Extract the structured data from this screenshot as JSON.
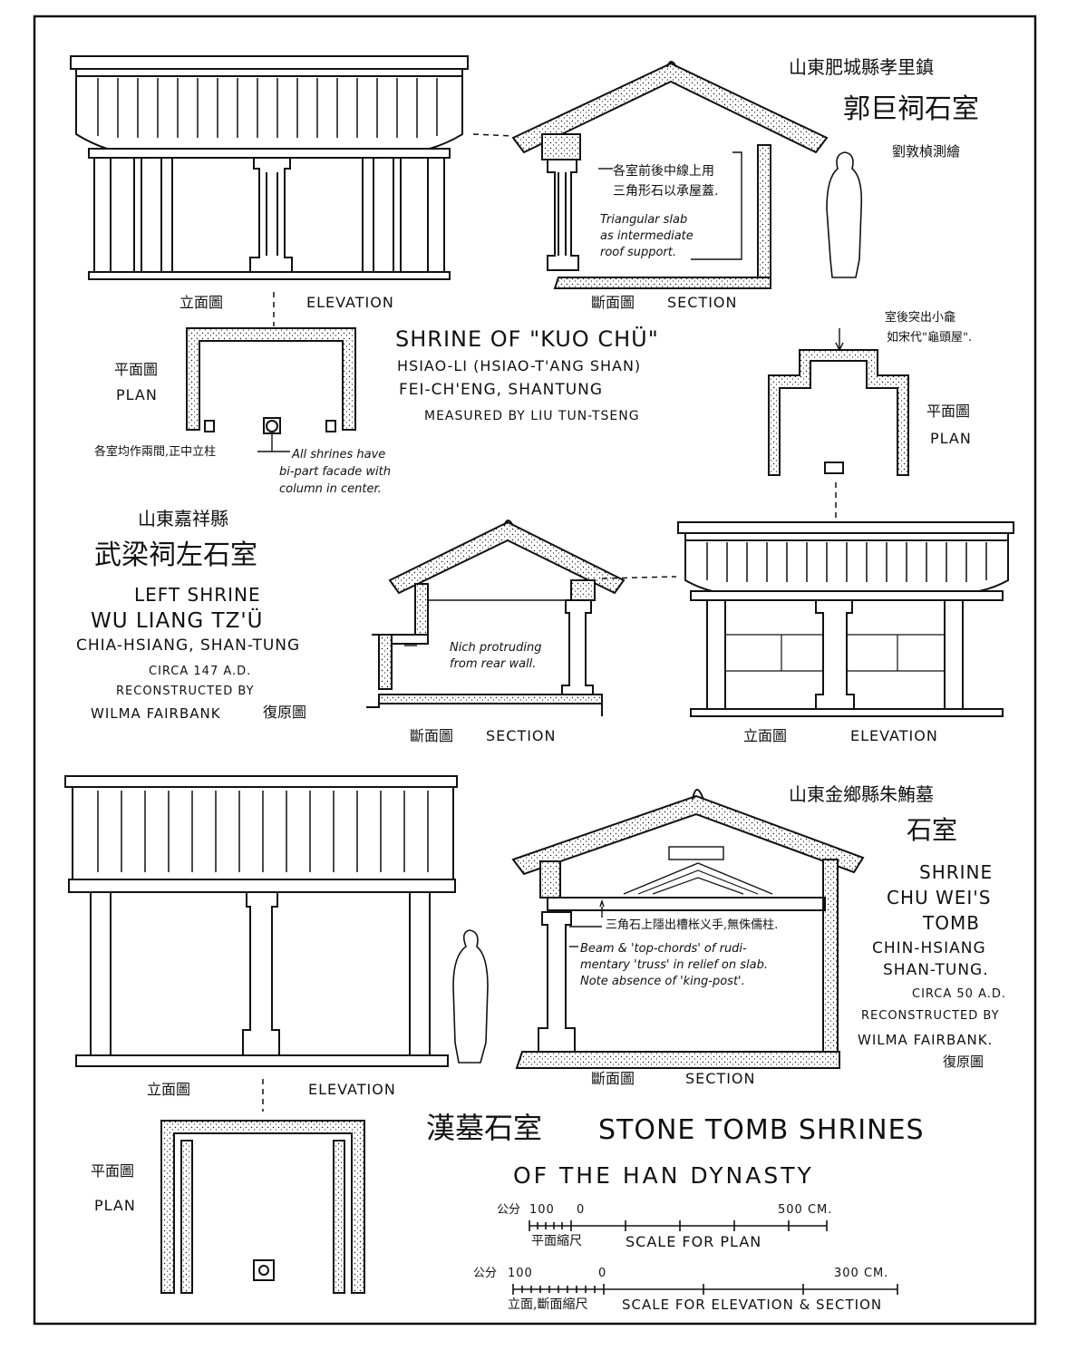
{
  "kuo_chu": {
    "location_cn": "山東肥城縣孝里鎮",
    "title_cn": "郭巨祠石室",
    "surveyor_cn": "劉敦楨測繪",
    "title": "SHRINE OF \"KUO CHÜ\"",
    "place1": "HSIAO-LI (HSIAO-T'ANG SHAN)",
    "place2": "FEI-CH'ENG, SHANTUNG",
    "measured": "MEASURED BY LIU TUN-TSENG",
    "elevation_cn": "立面圖",
    "elevation": "ELEVATION",
    "section_cn": "斷面圖",
    "section": "SECTION",
    "plan_cn": "平面圖",
    "plan": "PLAN",
    "slab_note_cn_1": "各室前後中線上用",
    "slab_note_cn_2": "三角形石以承屋蓋.",
    "slab_note_1": "Triangular slab",
    "slab_note_2": "as intermediate",
    "slab_note_3": "roof support.",
    "facade_note_cn": "各室均作兩間,正中立柱",
    "facade_note_1": "All shrines have",
    "facade_note_2": "bi-part facade with",
    "facade_note_3": "column in center."
  },
  "wu_liang": {
    "location_cn": "山東嘉祥縣",
    "title_cn": "武梁祠左石室",
    "title1": "LEFT SHRINE",
    "title2": "WU LIANG TZ'Ü",
    "place": "CHIA-HSIANG, SHAN-TUNG",
    "circa": "CIRCA 147 A.D.",
    "recon": "RECONSTRUCTED BY",
    "author": "WILMA FAIRBANK",
    "author_cn": "復原圖",
    "niche_note_cn_1": "室後突出小龕",
    "niche_note_cn_2": "如宋代\"龜頭屋\".",
    "niche_note_1": "Nich protruding",
    "niche_note_2": "from rear wall.",
    "plan_cn": "平面圖",
    "plan": "PLAN",
    "section_cn": "斷面圖",
    "section": "SECTION",
    "elevation_cn": "立面圖",
    "elevation": "ELEVATION"
  },
  "chu_wei": {
    "location_cn": "山東金鄉縣朱鮪墓",
    "title_cn": "石室",
    "title1": "SHRINE",
    "title2": "CHU WEI'S",
    "title3": "TOMB",
    "place1": "CHIN-HSIANG",
    "place2": "SHAN-TUNG.",
    "circa": "CIRCA 50 A.D.",
    "recon": "RECONSTRUCTED BY",
    "author": "WILMA FAIRBANK.",
    "author_cn": "復原圖",
    "truss_note_cn": "三角石上隱出槽枨义手,無侏儒柱.",
    "truss_note_1": "Beam & 'top-chords' of rudi-",
    "truss_note_2": "mentary 'truss' in relief on slab.",
    "truss_note_3": "Note absence of 'king-post'.",
    "elevation_cn": "立面圖",
    "elevation": "ELEVATION",
    "section_cn": "斷面圖",
    "section": "SECTION",
    "plan_cn": "平面圖",
    "plan": "PLAN"
  },
  "main": {
    "title_cn": "漢墓石室",
    "title1": "STONE TOMB SHRINES",
    "title2": "OF THE HAN DYNASTY"
  },
  "scales": {
    "plan_unit_cn": "公分",
    "plan_left": "100",
    "plan_zero": "0",
    "plan_right": "500 CM.",
    "plan_label_cn": "平面縮尺",
    "plan_label": "SCALE FOR PLAN",
    "elev_unit_cn": "公分",
    "elev_left": "100",
    "elev_zero": "0",
    "elev_right": "300 CM.",
    "elev_label_cn": "立面,斷面縮尺",
    "elev_label": "SCALE FOR ELEVATION & SECTION"
  }
}
